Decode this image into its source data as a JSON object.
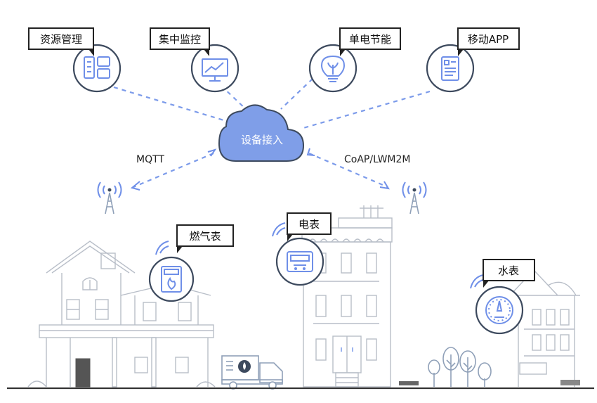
{
  "cloud": {
    "label": "设备接入"
  },
  "protocols": {
    "left": "MQTT",
    "right": "CoAP/LWM2M"
  },
  "apps": [
    {
      "label": "资源管理",
      "icon": "resource-management-icon"
    },
    {
      "label": "集中监控",
      "icon": "monitor-chart-icon"
    },
    {
      "label": "单电节能",
      "icon": "lightbulb-icon"
    },
    {
      "label": "移动APP",
      "icon": "mobile-app-icon"
    }
  ],
  "meters": [
    {
      "label": "燃气表",
      "icon": "gas-meter-icon"
    },
    {
      "label": "电表",
      "icon": "electric-meter-icon"
    },
    {
      "label": "水表",
      "icon": "water-meter-icon"
    }
  ],
  "colors": {
    "accent": "#6f8fe8",
    "cloud": "#7f9ee8",
    "line": "#8fa0b8",
    "dark": "#3d4a5e"
  }
}
